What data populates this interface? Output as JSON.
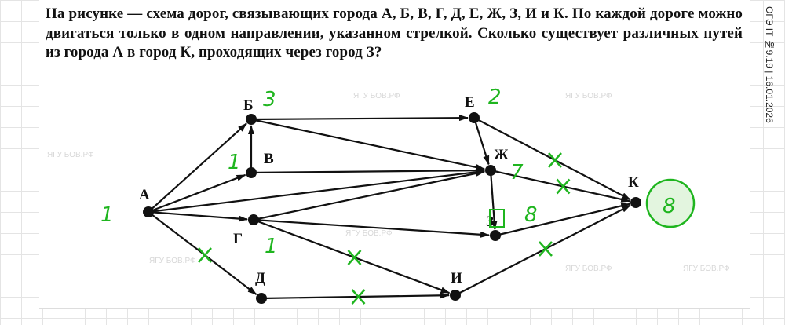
{
  "question": "На рисунке — схема дорог, связывающих города А, Б, В, Г, Д, Е, Ж, З, И и К. По каждой дороге можно двигаться только в одном направлении, указанном стрелкой. Сколько существует различных путей из города А в город К, проходящих через город З?",
  "side_label": "ОГЭ IT №9.19 | 16.01.2026",
  "watermark": "ЯГУ БОВ.РФ",
  "nodes": [
    {
      "id": "A",
      "label": "А",
      "count": "1"
    },
    {
      "id": "B",
      "label": "Б",
      "count": "3"
    },
    {
      "id": "V",
      "label": "В",
      "count": "1"
    },
    {
      "id": "G",
      "label": "Г",
      "count": "1"
    },
    {
      "id": "D",
      "label": "Д"
    },
    {
      "id": "E",
      "label": "Е",
      "count": "2"
    },
    {
      "id": "Zh",
      "label": "Ж",
      "count": "7"
    },
    {
      "id": "Z",
      "label": "З",
      "count": "8"
    },
    {
      "id": "I",
      "label": "И"
    },
    {
      "id": "K",
      "label": "К",
      "count": "8"
    }
  ],
  "edges": [
    [
      "A",
      "B"
    ],
    [
      "A",
      "V"
    ],
    [
      "A",
      "G"
    ],
    [
      "A",
      "D"
    ],
    [
      "A",
      "Zh"
    ],
    [
      "V",
      "B"
    ],
    [
      "B",
      "E"
    ],
    [
      "B",
      "Zh"
    ],
    [
      "V",
      "Zh"
    ],
    [
      "G",
      "Zh"
    ],
    [
      "G",
      "Z"
    ],
    [
      "G",
      "I"
    ],
    [
      "D",
      "I"
    ],
    [
      "E",
      "Zh"
    ],
    [
      "E",
      "K"
    ],
    [
      "Zh",
      "Z"
    ],
    [
      "Zh",
      "K"
    ],
    [
      "Z",
      "K"
    ],
    [
      "I",
      "K"
    ]
  ],
  "crossed_edges": [
    [
      "A",
      "D"
    ],
    [
      "G",
      "I"
    ],
    [
      "D",
      "I"
    ],
    [
      "E",
      "K"
    ],
    [
      "Zh",
      "K"
    ],
    [
      "I",
      "K"
    ]
  ],
  "answer": "8",
  "colors": {
    "ink": "#111111",
    "annotation": "#1fb51f",
    "answer_fill": "#e3f5df"
  }
}
